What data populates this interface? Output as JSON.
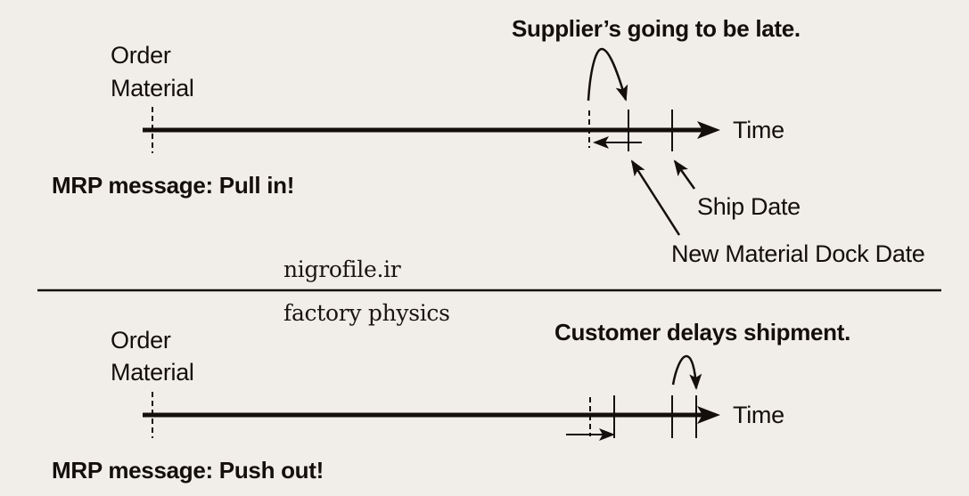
{
  "colors": {
    "background": "#f1eee9",
    "ink": "#140f0d"
  },
  "watermark": {
    "line1": "nigrofile.ir",
    "line2": "factory physics"
  },
  "top_panel": {
    "order_label_line1": "Order",
    "order_label_line2": "Material",
    "event_caption": "Supplier’s going to be late.",
    "axis_label": "Time",
    "mrp_message": "MRP message: Pull in!",
    "ship_date_label": "Ship Date",
    "dock_date_label": "New Material Dock Date"
  },
  "bottom_panel": {
    "order_label_line1": "Order",
    "order_label_line2": "Material",
    "event_caption": "Customer delays shipment.",
    "axis_label": "Time",
    "mrp_message": "MRP message: Push out!"
  }
}
